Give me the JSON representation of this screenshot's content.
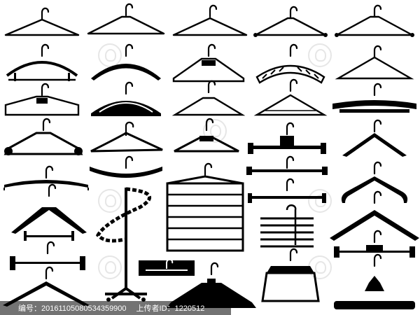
{
  "image": {
    "background": "#ffffff",
    "ink": "#000000",
    "subject": "clothes hangers silhouette collection",
    "hanger_count": 38
  },
  "footer": {
    "id_label": "编号：",
    "id_value": "20161105080534359900",
    "uploader_label": "上传者ID：",
    "uploader_value": "1220512"
  }
}
